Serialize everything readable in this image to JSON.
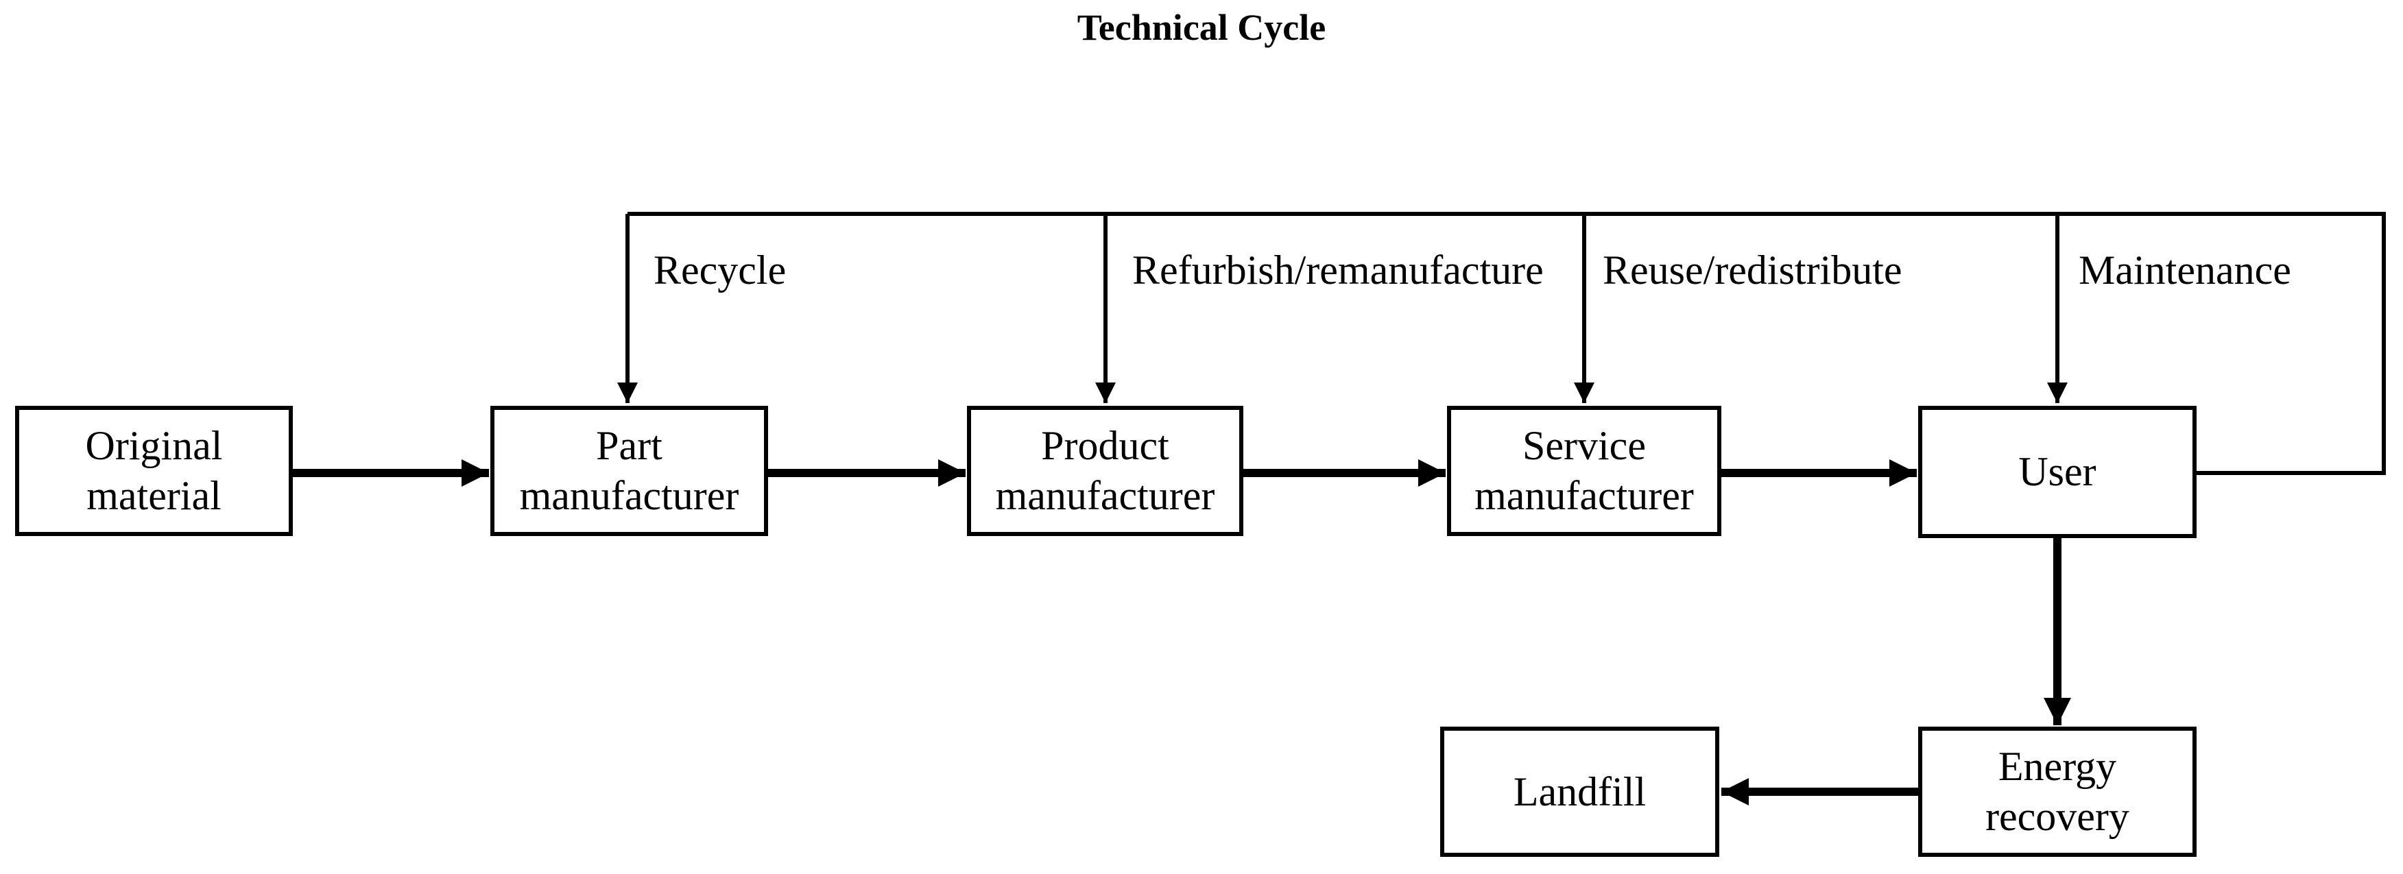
{
  "title": "Technical Cycle",
  "nodes": {
    "original_material": {
      "label": "Original material"
    },
    "part_manufacturer": {
      "label": "Part manufacturer"
    },
    "product_manufacturer": {
      "label": "Product manufacturer"
    },
    "service_manufacturer": {
      "label": "Service manufacturer"
    },
    "user": {
      "label": "User"
    },
    "energy_recovery": {
      "label": "Energy recovery"
    },
    "landfill": {
      "label": "Landfill"
    }
  },
  "loop_labels": {
    "recycle": "Recycle",
    "refurbish": "Refurbish/remanufacture",
    "reuse": "Reuse/redistribute",
    "maintenance": "Maintenance"
  },
  "edges": [
    {
      "from": "original_material",
      "to": "part_manufacturer",
      "style": "thick-arrow"
    },
    {
      "from": "part_manufacturer",
      "to": "product_manufacturer",
      "style": "thick-arrow"
    },
    {
      "from": "product_manufacturer",
      "to": "service_manufacturer",
      "style": "thick-arrow"
    },
    {
      "from": "service_manufacturer",
      "to": "user",
      "style": "thick-arrow"
    },
    {
      "from": "user",
      "to": "energy_recovery",
      "style": "thick-arrow"
    },
    {
      "from": "energy_recovery",
      "to": "landfill",
      "style": "thick-arrow"
    },
    {
      "from": "user",
      "to": "part_manufacturer",
      "label": "Recycle",
      "style": "thin-arrow-loop"
    },
    {
      "from": "user",
      "to": "product_manufacturer",
      "label": "Refurbish/remanufacture",
      "style": "thin-arrow-loop"
    },
    {
      "from": "user",
      "to": "service_manufacturer",
      "label": "Reuse/redistribute",
      "style": "thin-arrow-loop"
    },
    {
      "from": "user",
      "to": "user",
      "label": "Maintenance",
      "style": "thin-arrow-loop"
    }
  ],
  "colors": {
    "line": "#000000",
    "text": "#000000",
    "background": "#ffffff"
  }
}
